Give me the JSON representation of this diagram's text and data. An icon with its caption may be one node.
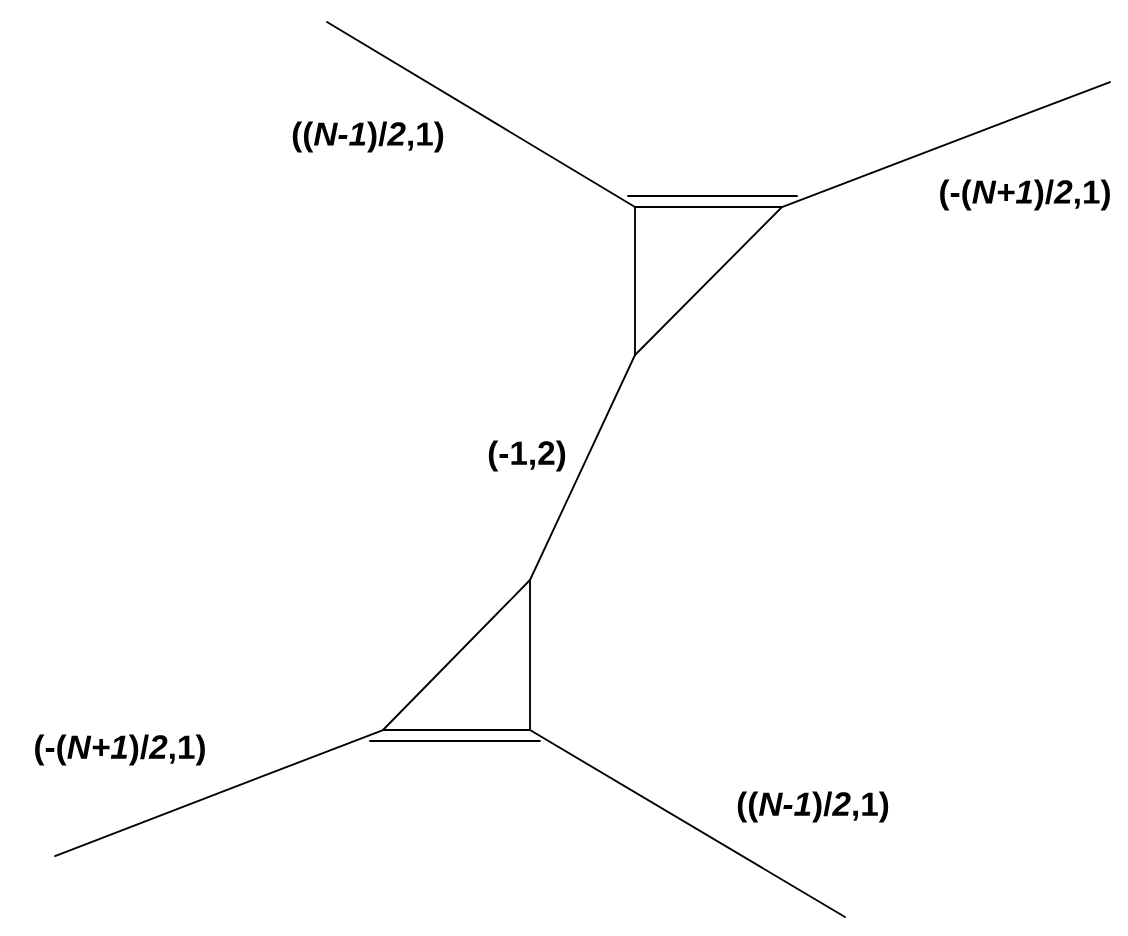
{
  "diagram": {
    "labels": [
      "((*N-1*)/*2*,1)",
      "(-(*N+1*)/*2*,1)",
      "(-1,2)",
      "(-(*N+1*)/*2*,1)",
      "((*N-1*)/*2*,1)"
    ]
  }
}
